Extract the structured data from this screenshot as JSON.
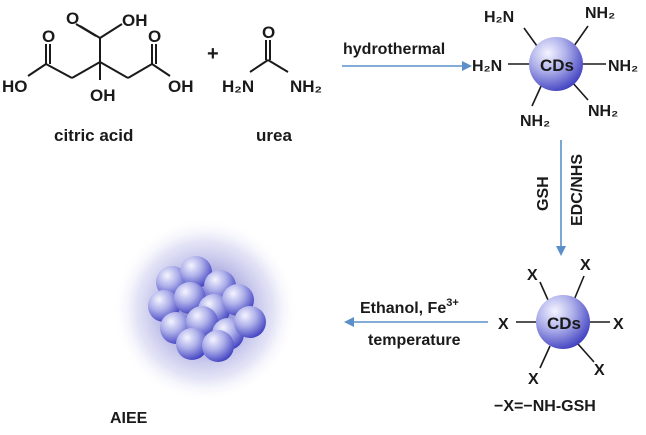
{
  "reactants": {
    "citric_acid": {
      "oh_top": "OH",
      "oh_mid": "OH",
      "oh_right_left": "O",
      "oh_right_h": "OH",
      "ho_left": "HO",
      "carbonyl_o_top": "O",
      "carbonyl_o_left": "O",
      "carbonyl_o_right": "O",
      "label": "citric acid"
    },
    "plus": "+",
    "urea": {
      "carbonyl_o": "O",
      "h2n": "H₂N",
      "nh2": "NH₂",
      "label": "urea"
    }
  },
  "step1": {
    "label": "hydrothermal"
  },
  "cd_amine": {
    "core_label": "CDs",
    "groups": [
      "H₂N",
      "NH₂",
      "H₂N",
      "NH₂",
      "NH₂",
      "NH₂"
    ]
  },
  "step2": {
    "label_left": "GSH",
    "label_right": "EDC/NHS"
  },
  "cd_gsh": {
    "core_label": "CDs",
    "groups": [
      "X",
      "X",
      "X",
      "X",
      "X",
      "X"
    ],
    "definition": "−X=−NH-GSH"
  },
  "step3": {
    "label_top": "Ethanol, Fe",
    "label_top_sup": "3+",
    "label_bottom": "temperature"
  },
  "aggregate": {
    "label": "AIEE"
  },
  "colors": {
    "arrow": "#5b8fc9",
    "sphere_light": "#f4f4ff",
    "sphere_dark": "#3f3fc0",
    "glow": "#9a9ad8",
    "text": "#1a1a1a"
  }
}
